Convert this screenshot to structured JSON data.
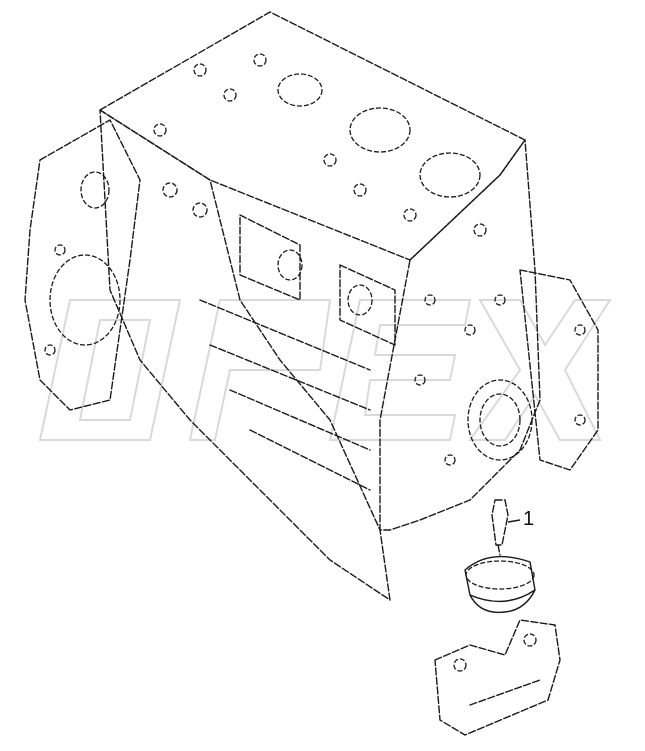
{
  "callout": {
    "part_number": "1"
  },
  "corner_mark": "",
  "watermark": {
    "text": "OPEX",
    "type": "logo"
  },
  "colors": {
    "line": "#1a1a1a",
    "watermark": "#d9d9d9",
    "background": "#ffffff"
  }
}
